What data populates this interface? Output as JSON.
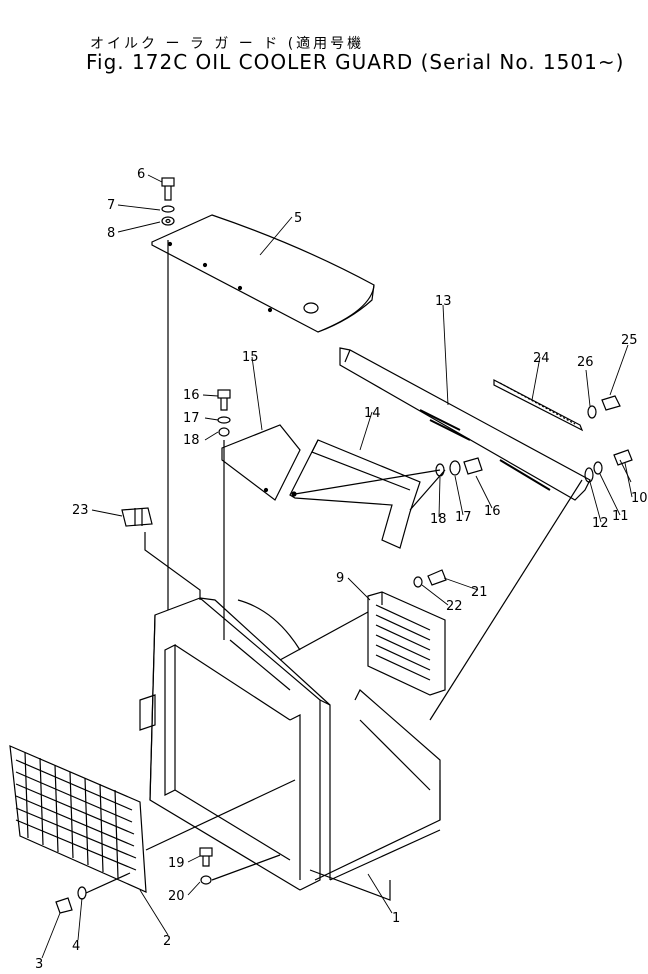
{
  "header": {
    "title_jp": "オイルク ー ラ ガ ー ド (適用号機",
    "title_en": "Fig. 172C OIL COOLER GUARD (Serial No. 1501~)"
  },
  "callouts": {
    "c1": "1",
    "c2": "2",
    "c3": "3",
    "c4": "4",
    "c5": "5",
    "c6": "6",
    "c7": "7",
    "c8": "8",
    "c9": "9",
    "c10": "10",
    "c11": "11",
    "c12": "12",
    "c13": "13",
    "c14": "14",
    "c15": "15",
    "c16a": "16",
    "c16b": "16",
    "c17a": "17",
    "c17b": "17",
    "c18a": "18",
    "c18b": "18",
    "c19": "19",
    "c20": "20",
    "c21": "21",
    "c22": "22",
    "c23": "23",
    "c24": "24",
    "c25": "25",
    "c26": "26"
  }
}
